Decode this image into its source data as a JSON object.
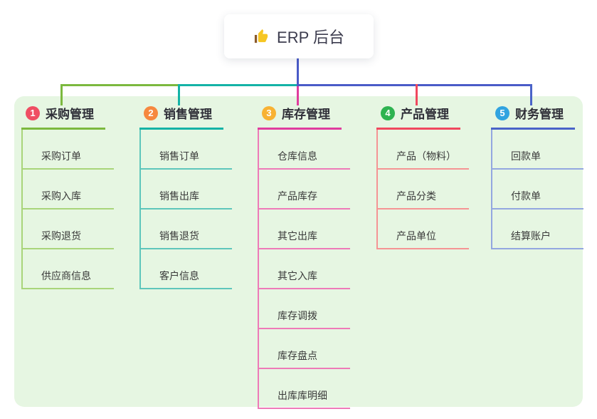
{
  "root": {
    "title": "ERP 后台",
    "icon": "thumbs-up-icon"
  },
  "canvas": {
    "panel_bg": "#e6f6e2"
  },
  "connectors": {
    "root_color": "#4a5bc8",
    "bus_segment_colors": [
      "#7cb93f",
      "#14b3a6",
      "#4a5bc8"
    ]
  },
  "branches": [
    {
      "index": "1",
      "label": "采购管理",
      "badge_color": "#ef4e63",
      "line_color": "#7cb93f",
      "child_line_color": "#a9d57a",
      "children": [
        "采购订单",
        "采购入库",
        "采购退货",
        "供应商信息"
      ]
    },
    {
      "index": "2",
      "label": "销售管理",
      "badge_color": "#f6883f",
      "line_color": "#14b3a6",
      "child_line_color": "#5ec6bb",
      "children": [
        "销售订单",
        "销售出库",
        "销售退货",
        "客户信息"
      ]
    },
    {
      "index": "3",
      "label": "库存管理",
      "badge_color": "#f8b233",
      "line_color": "#e03d9e",
      "child_line_color": "#ee7ab8",
      "children": [
        "仓库信息",
        "产品库存",
        "其它出库",
        "其它入库",
        "库存调拨",
        "库存盘点",
        "出库库明细"
      ]
    },
    {
      "index": "4",
      "label": "产品管理",
      "badge_color": "#2eb350",
      "line_color": "#f0485e",
      "child_line_color": "#f59494",
      "children": [
        "产品（物料）",
        "产品分类",
        "产品单位"
      ]
    },
    {
      "index": "5",
      "label": "财务管理",
      "badge_color": "#31a3e0",
      "line_color": "#4a63c8",
      "child_line_color": "#93a7e0",
      "children": [
        "回款单",
        "付款单",
        "结算账户"
      ]
    }
  ]
}
